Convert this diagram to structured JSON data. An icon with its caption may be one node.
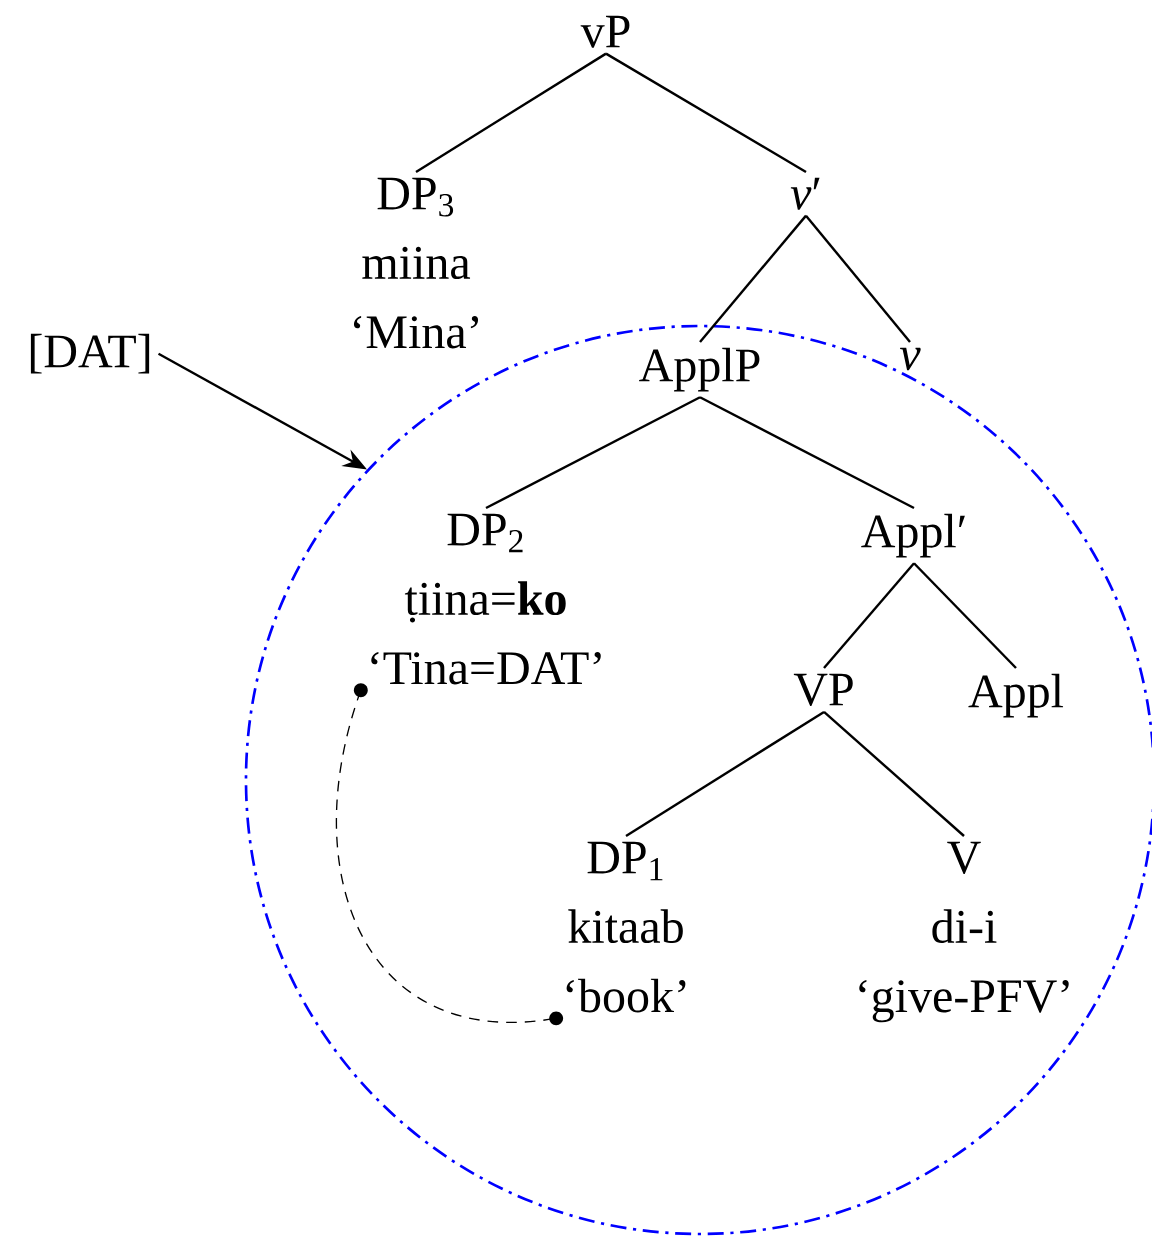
{
  "diagram": {
    "nodes": [
      {
        "text": [
          "vP"
        ]
      },
      {
        "text": [
          "DP$_{3}$",
          "miina",
          "‘Mina’"
        ]
      },
      {
        "text": [
          "*v*′"
        ]
      },
      {
        "text": [
          "[DAT]"
        ]
      },
      {
        "text": [],
        "shape": "circle"
      },
      {
        "text": [
          "ApplP"
        ],
        "in": 4
      },
      {
        "text": [
          "*v*"
        ]
      },
      {
        "text": [
          "DP$_{2}$",
          "ṭiina=**ko**",
          "‘Tina=DAT’"
        ],
        "in": 4
      },
      {
        "text": [
          "Appl′"
        ],
        "in": 4
      },
      {
        "text": [
          "VP"
        ],
        "in": 4
      },
      {
        "text": [
          "Appl"
        ],
        "in": 4
      },
      {
        "text": [
          "DP$_{1}$",
          "kitaab",
          "‘book’"
        ],
        "in": 4
      },
      {
        "text": [
          "V",
          "di-i",
          "‘give-PFV’"
        ],
        "in": 4
      }
    ],
    "edges": [
      {
        "from": 0,
        "to": 1,
        "arrow": "none"
      },
      {
        "from": 0,
        "to": 2,
        "arrow": "none"
      },
      {
        "from": 2,
        "to": 5,
        "arrow": "none"
      },
      {
        "from": 2,
        "to": 6,
        "arrow": "none"
      },
      {
        "from": 5,
        "to": 7,
        "arrow": "none"
      },
      {
        "from": 5,
        "to": 8,
        "arrow": "none"
      },
      {
        "from": 8,
        "to": 9,
        "arrow": "none"
      },
      {
        "from": 8,
        "to": 10,
        "arrow": "none"
      },
      {
        "from": 9,
        "to": 11,
        "arrow": "none"
      },
      {
        "from": 9,
        "to": 12,
        "arrow": "none"
      },
      {
        "from": 3,
        "to": 4,
        "arrow": "to"
      },
      {
        "from": 7,
        "to": 11,
        "arrow": "other",
        "style": "dashed"
      }
    ]
  }
}
